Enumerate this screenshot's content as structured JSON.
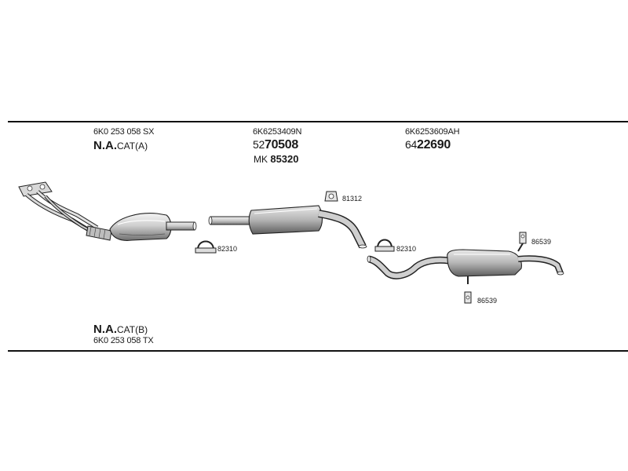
{
  "header_left": {
    "part_code": "6K0 253 058 SX",
    "name_bold": "N.A.",
    "name_rest": "CAT(A)"
  },
  "header_middle": {
    "oem_code": "6K6253409N",
    "number_prefix": "52",
    "number_main": "70508",
    "kit_label": "MK",
    "kit_number": "85320"
  },
  "header_right": {
    "oem_code": "6K6253609AH",
    "number_prefix": "64",
    "number_main": "22690"
  },
  "footer_left": {
    "name_bold": "N.A.",
    "name_rest": "CAT(B)",
    "part_code": "6K0 253 058 TX"
  },
  "callouts": {
    "clamp_front": "82310",
    "clamp_rear": "82310",
    "hanger_middle": "81312",
    "hanger_rear_top": "86539",
    "hanger_rear_bottom": "86539"
  }
}
